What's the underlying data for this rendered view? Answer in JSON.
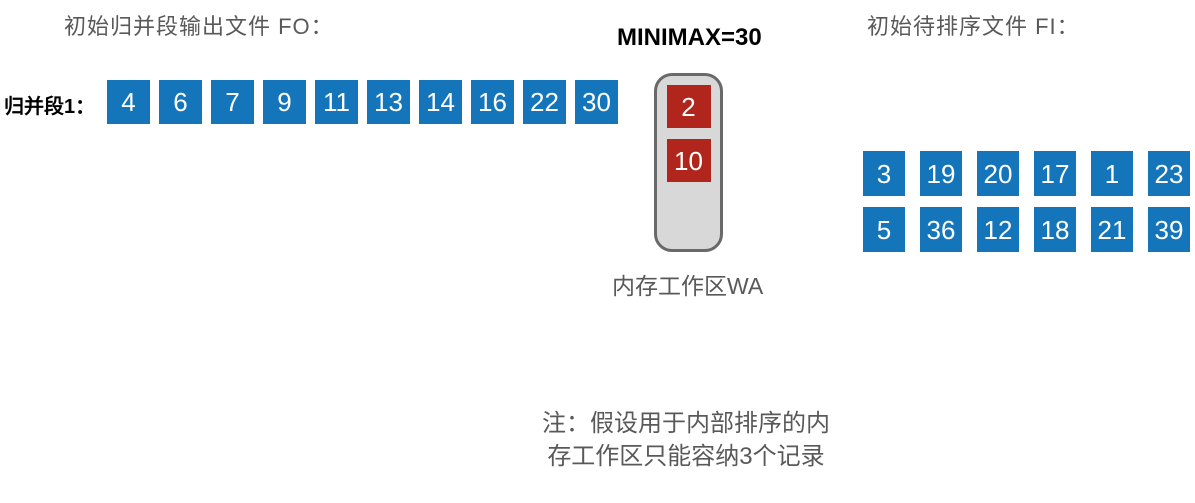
{
  "colors": {
    "record_blue": "#1575bb",
    "record_red": "#b1261c",
    "workarea_fill": "#d8d8d8",
    "workarea_border": "#696969",
    "muted_text": "#595959",
    "strong_text": "#000000",
    "record_text": "#ffffff"
  },
  "fo": {
    "title": "初始归并段输出文件 FO：",
    "segment_label": "归并段1：",
    "values": [
      4,
      6,
      7,
      9,
      11,
      13,
      14,
      16,
      22,
      30
    ]
  },
  "wa": {
    "minimax_label": "MINIMAX=30",
    "values": [
      2,
      10
    ],
    "capacity_note_records": 3,
    "label": "内存工作区WA"
  },
  "fi": {
    "title": "初始待排序文件 FI：",
    "rows": [
      [
        3,
        19,
        20,
        17,
        1,
        23
      ],
      [
        5,
        36,
        12,
        18,
        21,
        39
      ]
    ]
  },
  "note": {
    "text": "注：假设用于内部排序的内\n存工作区只能容纳3个记录"
  }
}
